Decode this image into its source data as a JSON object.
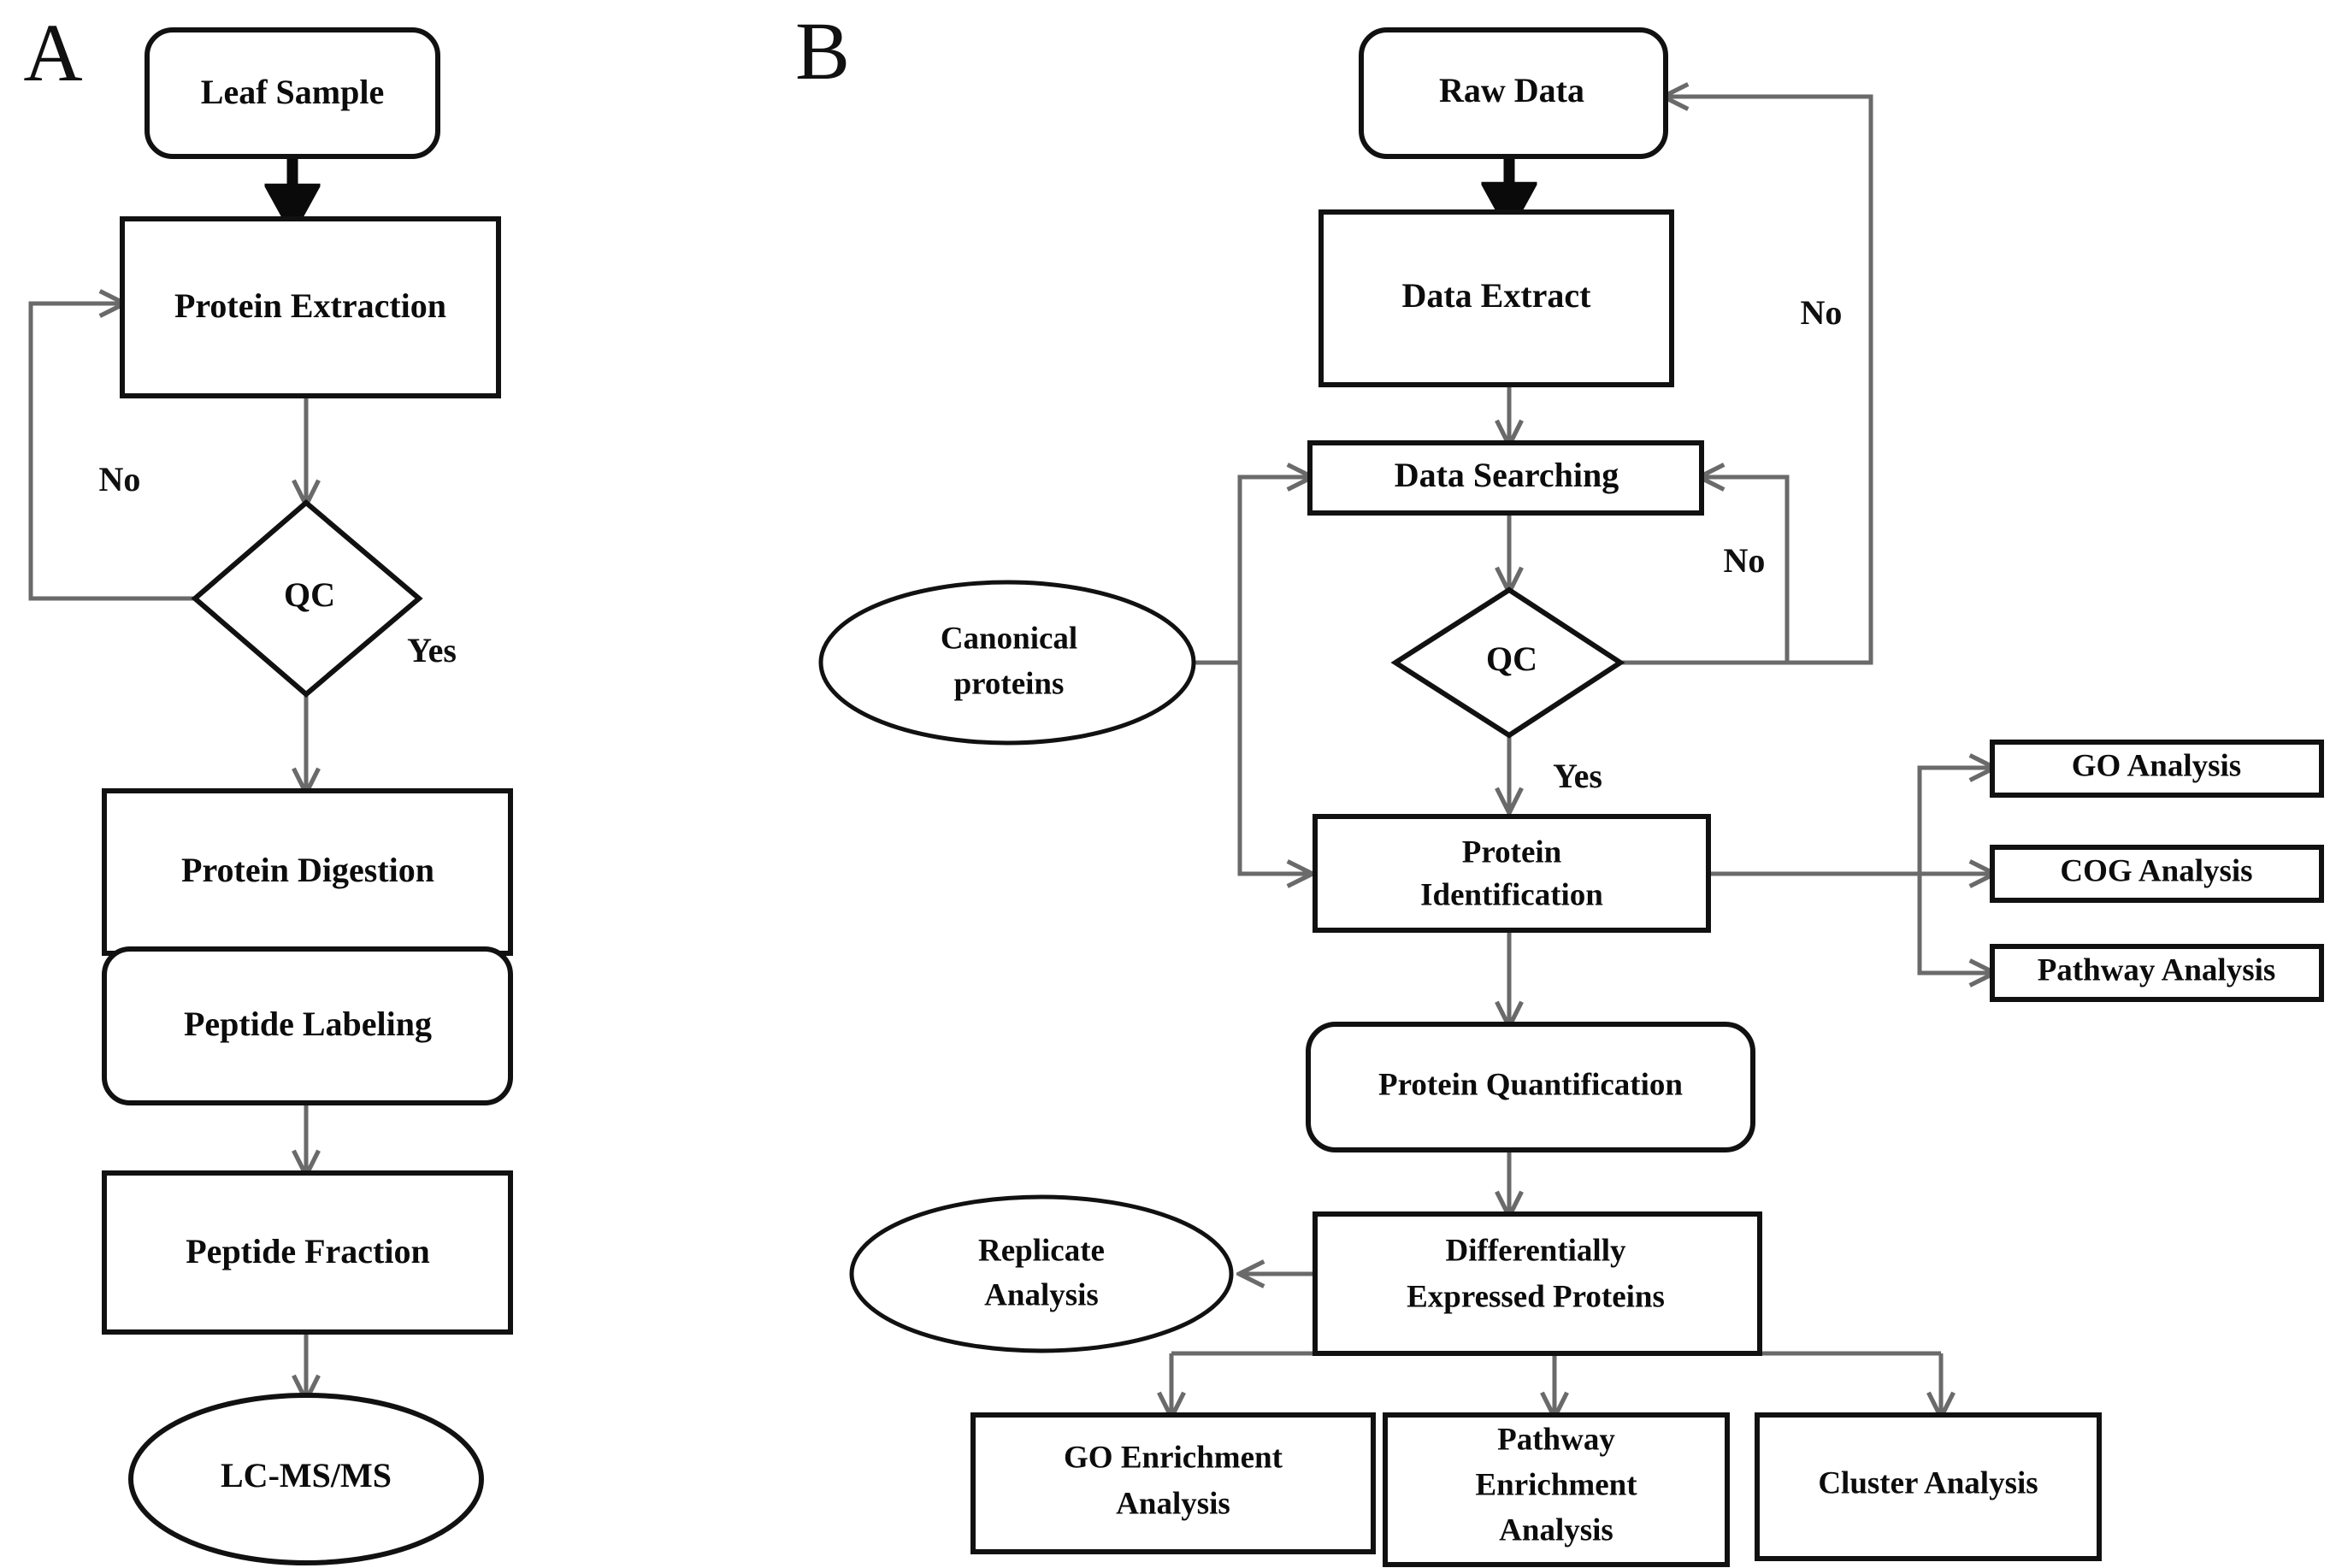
{
  "figure": {
    "panels": [
      {
        "id": "A",
        "letter": "A"
      },
      {
        "id": "B",
        "letter": "B"
      }
    ]
  },
  "panel_a": {
    "letter": "A",
    "nodes": [
      {
        "id": "leaf-sample",
        "label": "Leaf Sample",
        "shape": "rounded-rect"
      },
      {
        "id": "protein-extraction",
        "label": "Protein Extraction",
        "shape": "rect"
      },
      {
        "id": "qc-a",
        "label": "QC",
        "shape": "diamond"
      },
      {
        "id": "protein-digestion",
        "label": "Protein Digestion",
        "shape": "rect"
      },
      {
        "id": "peptide-labeling",
        "label": "Peptide Labeling",
        "shape": "rounded-rect"
      },
      {
        "id": "peptide-fraction",
        "label": "Peptide Fraction",
        "shape": "rect"
      },
      {
        "id": "lc-ms-ms",
        "label": "LC-MS/MS",
        "shape": "ellipse"
      }
    ],
    "edge_labels": [
      {
        "id": "qc-a-no",
        "label": "No"
      },
      {
        "id": "qc-a-yes",
        "label": "Yes"
      }
    ]
  },
  "panel_b": {
    "letter": "B",
    "nodes": [
      {
        "id": "raw-data",
        "label": "Raw Data",
        "shape": "rounded-rect"
      },
      {
        "id": "data-extract",
        "label": "Data Extract",
        "shape": "rect"
      },
      {
        "id": "data-searching",
        "label": "Data Searching",
        "shape": "rect"
      },
      {
        "id": "qc-b",
        "label": "QC",
        "shape": "diamond"
      },
      {
        "id": "canonical-proteins",
        "label_line1": "Canonical",
        "label_line2": "proteins",
        "shape": "ellipse"
      },
      {
        "id": "protein-identification",
        "label_line1": "Protein",
        "label_line2": "Identification",
        "shape": "rect"
      },
      {
        "id": "go-analysis",
        "label": "GO Analysis",
        "shape": "rect"
      },
      {
        "id": "cog-analysis",
        "label": "COG Analysis",
        "shape": "rect"
      },
      {
        "id": "pathway-analysis",
        "label": "Pathway Analysis",
        "shape": "rect"
      },
      {
        "id": "protein-quantification",
        "label": "Protein Quantification",
        "shape": "rounded-rect"
      },
      {
        "id": "differentially-expressed-proteins",
        "label_line1": "Differentially",
        "label_line2": "Expressed Proteins",
        "shape": "rect"
      },
      {
        "id": "replicate-analysis",
        "label_line1": "Replicate",
        "label_line2": "Analysis",
        "shape": "ellipse"
      },
      {
        "id": "go-enrichment-analysis",
        "label_line1": "GO Enrichment",
        "label_line2": "Analysis",
        "shape": "rect"
      },
      {
        "id": "pathway-enrichment-analysis",
        "label_line1": "Pathway",
        "label_line2": "Enrichment",
        "label_line3": "Analysis",
        "shape": "rect"
      },
      {
        "id": "cluster-analysis",
        "label": "Cluster Analysis",
        "shape": "rect"
      }
    ],
    "edge_labels": [
      {
        "id": "qc-b-no-outer",
        "label": "No"
      },
      {
        "id": "qc-b-no-inner",
        "label": "No"
      },
      {
        "id": "qc-b-yes",
        "label": "Yes"
      }
    ]
  },
  "colors": {
    "shape_stroke": "#111111",
    "connector_stroke": "#6a6a6a",
    "bold_connector_stroke": "#0a0a0a",
    "text": "#0c0c0c",
    "background": "#ffffff"
  }
}
